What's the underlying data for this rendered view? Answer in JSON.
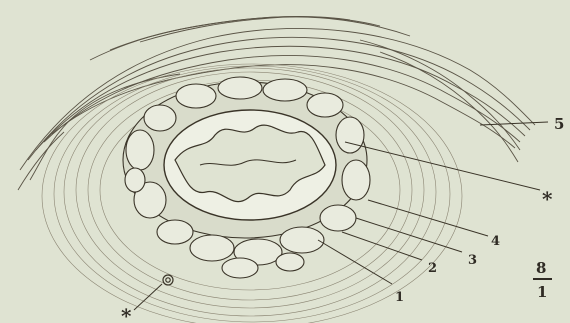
{
  "figure": {
    "labels": {
      "one": "1",
      "two": "2",
      "three": "3",
      "four": "4",
      "five": "5",
      "star_right": "*",
      "star_bottom": "*"
    },
    "scale": {
      "numerator": "8",
      "denominator": "1"
    }
  },
  "colors": {
    "paper": "#dfe3d2",
    "ink": "#3a3428",
    "ink_light": "#6b6556",
    "lobule_fill": "#e9ebde"
  }
}
